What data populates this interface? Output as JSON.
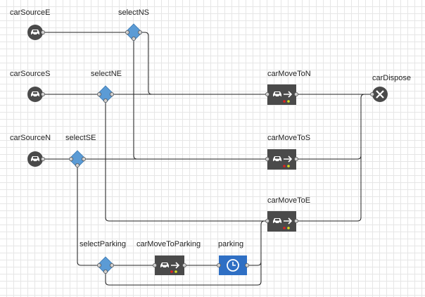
{
  "blocks": {
    "carSourceE": "carSourceE",
    "carSourceS": "carSourceS",
    "carSourceN": "carSourceN",
    "selectNS": "selectNS",
    "selectNE": "selectNE",
    "selectSE": "selectSE",
    "selectParking": "selectParking",
    "carMoveToParking": "carMoveToParking",
    "parking": "parking",
    "carMoveToN": "carMoveToN",
    "carMoveToS": "carMoveToS",
    "carMoveToE": "carMoveToE",
    "carDispose": "carDispose"
  },
  "colors": {
    "source": "#4a4a4a",
    "select": "#5b9bd5",
    "move": "#4a4a4a",
    "delay": "#2f6fc4",
    "dispose": "#4a4a4a",
    "connector": "#222222"
  },
  "icons": {
    "source": "car-icon",
    "select": "diamond-icon",
    "move": "car-move-icon",
    "delay": "clock-icon",
    "dispose": "x-icon"
  }
}
